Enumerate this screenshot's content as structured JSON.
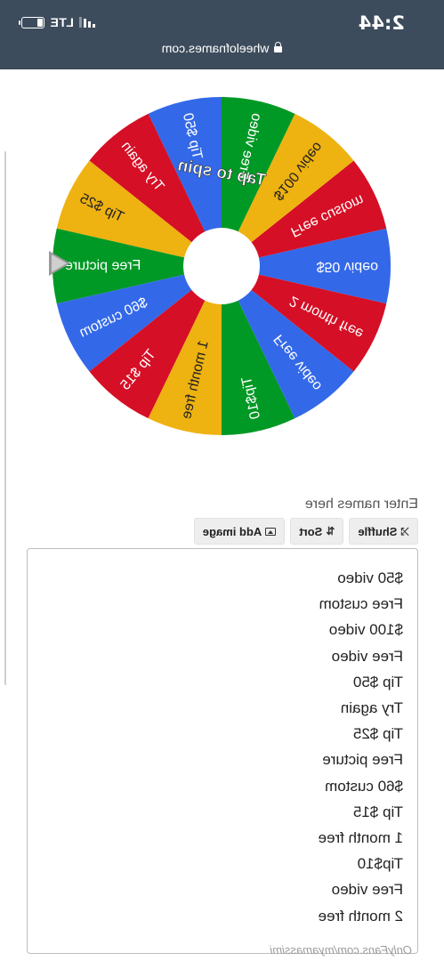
{
  "status_bar": {
    "time": "2:44",
    "network": "LTE"
  },
  "browser": {
    "url": "wheelofnames.com"
  },
  "wheel": {
    "center_text": "Tap to spin",
    "colors": [
      "#3369e8",
      "#d50f25",
      "#eeb211",
      "#009925"
    ],
    "segments": [
      "$50 video",
      "Free custom",
      "$100 video",
      "Free video",
      "Tip $50",
      "Try again",
      "Tip $25",
      "Free picture",
      "$60 custom",
      "Tip $15",
      "1 month free",
      "Tip$10",
      "Free video",
      "2 month free"
    ]
  },
  "editor": {
    "label": "Enter names here",
    "shuffle_label": "Shuffle",
    "sort_label": "Sort",
    "add_image_label": "Add image",
    "entries": [
      "$50 video",
      "Free custom",
      "$100 video",
      "Free video",
      "Tip $50",
      "Try again",
      "Tip $25",
      "Free picture",
      "$60 custom",
      "Tip $15",
      "1 month free",
      "Tip$10",
      "Free video",
      "2 month free"
    ]
  },
  "watermark": "OnlyFans.com/myamassimi"
}
